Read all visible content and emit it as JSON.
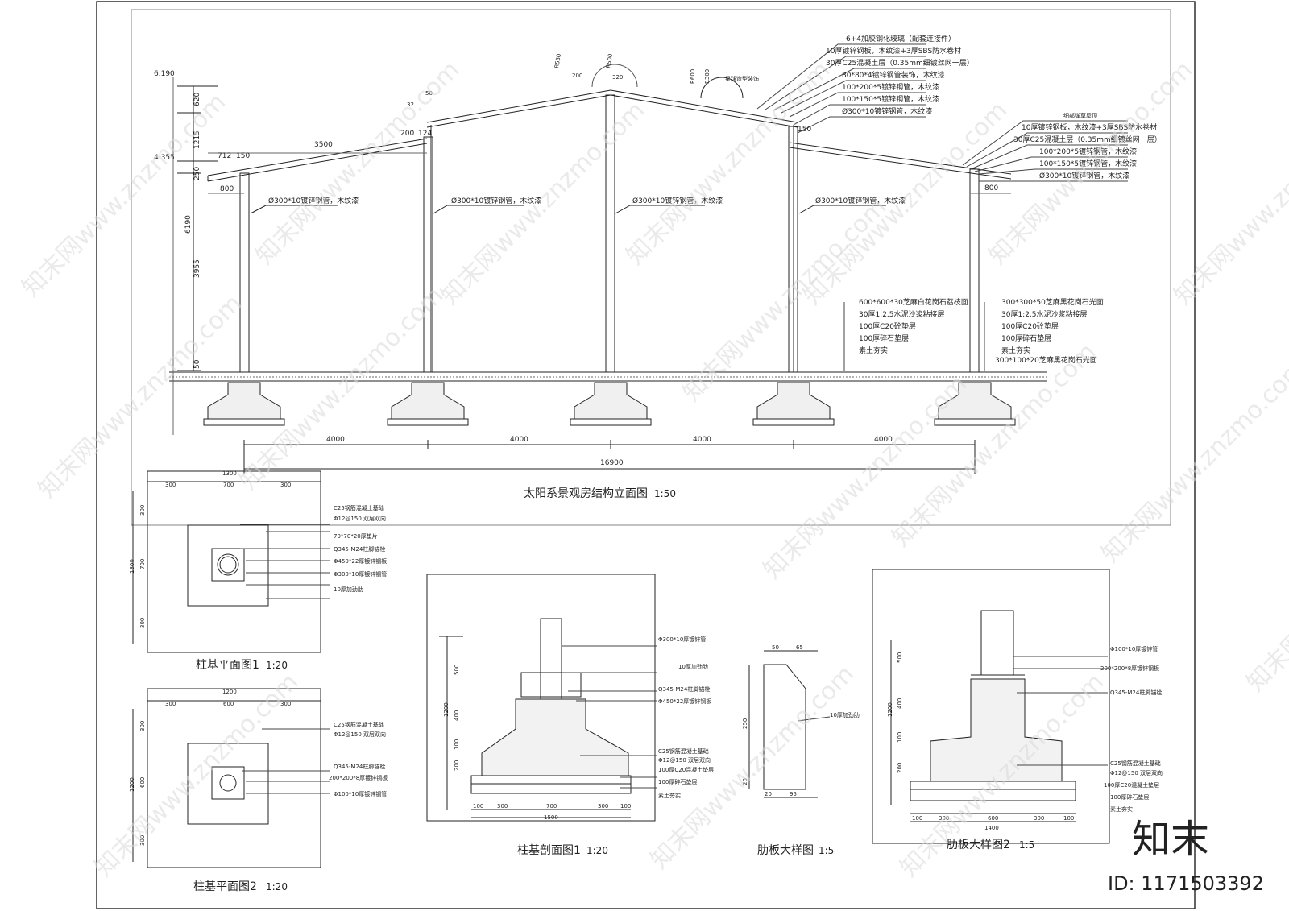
{
  "drawing": {
    "elevation": {
      "title": "太阳系景观房结构立面图",
      "scale": "1:50",
      "levels": {
        "top": "6.190",
        "mid": "4.355"
      },
      "vertical_dims": [
        "620",
        "1215",
        "250",
        "6190",
        "3955",
        "50"
      ],
      "left_dims": [
        "712",
        "150",
        "800",
        "3500",
        "200",
        "124"
      ],
      "right_dims": [
        "150",
        "800"
      ],
      "roof_dims": [
        "32",
        "50",
        "200",
        "320",
        "R550",
        "R500",
        "R600",
        "R300"
      ],
      "span_dims": [
        "4000",
        "4000",
        "4000",
        "4000"
      ],
      "total_dim": "16900",
      "column_note": "Ø300*10镀锌钢管，木纹漆",
      "ball_note": "星球造型装饰",
      "roof_notes": [
        "6+4加胶钢化玻璃（配套连接件）",
        "10厚镀锌钢板，木纹漆+3厚SBS防水卷材",
        "30厚C25混凝土层（0.35mm细镀丝网一层）",
        "80*80*4镀锌钢管装饰，木纹漆",
        "100*200*5镀锌钢管，木纹漆",
        "100*150*5镀锌钢管，木纹漆",
        "Ø300*10镀锌钢管，木纹漆"
      ],
      "right_roof_notes": [
        "细部弹草屋顶",
        "10厚镀锌钢板，木纹漆+3厚SBS防水卷材",
        "30厚C25混凝土层（0.35mm细镀丝网一层）",
        "100*200*5镀锌钢管，木纹漆",
        "100*150*5镀锌钢管，木纹漆",
        "Ø300*10镀锌钢管，木纹漆"
      ],
      "floor_notes_left": [
        "600*600*30芝麻白花岗石荔枝面",
        "30厚1:2.5水泥沙浆粘接层",
        "100厚C20砼垫层",
        "100厚碎石垫层",
        "素土夯实"
      ],
      "floor_notes_right": [
        "300*300*50芝麻黑花岗石光面",
        "30厚1:2.5水泥沙浆粘接层",
        "100厚C20砼垫层",
        "100厚碎石垫层",
        "素土夯实",
        "300*100*20芝麻黑花岗石光面"
      ]
    },
    "plan1": {
      "title": "柱基平面图1",
      "scale": "1:20",
      "top_dims": [
        "1300",
        "300",
        "700",
        "300"
      ],
      "side_dims": [
        "300",
        "1300",
        "700",
        "300"
      ],
      "notes": [
        "C25钢筋混凝土基础",
        "Φ12@150 双层双向",
        "70*70*20厚垫片",
        "Q345-M24柱脚锚栓",
        "Φ450*22厚镀锌钢板",
        "Φ300*10厚镀锌钢管",
        "10厚加劲肋"
      ]
    },
    "plan2": {
      "title": "柱基平面图2",
      "scale": "1:20",
      "top_dims": [
        "1200",
        "300",
        "600",
        "300"
      ],
      "side_dims": [
        "300",
        "1200",
        "600",
        "300"
      ],
      "notes": [
        "C25钢筋混凝土基础",
        "Φ12@150 双层双向",
        "Q345-M24柱脚锚栓",
        "200*200*8厚镀锌钢板",
        "Φ100*10厚镀锌钢管"
      ]
    },
    "section1": {
      "title": "柱基剖面图1",
      "scale": "1:20",
      "side_dims": [
        "500",
        "1200",
        "400",
        "100",
        "200"
      ],
      "bottom_dims": [
        "100",
        "300",
        "700",
        "300",
        "100"
      ],
      "total": "1500",
      "notes": [
        "Φ300*10厚镀锌管",
        "10厚加劲肋",
        "Q345-M24柱脚锚栓",
        "Φ450*22厚镀锌钢板",
        "C25钢筋混凝土基础",
        "Φ12@150 双层双向",
        "100厚C20混凝土垫层",
        "100厚碎石垫层",
        "素土夯实"
      ]
    },
    "rib": {
      "title": "肋板大样图",
      "scale": "1:5",
      "top_dims": [
        "50",
        "65"
      ],
      "side_dims": [
        "250",
        "20"
      ],
      "bottom_dims": [
        "20",
        "95"
      ],
      "note": "10厚加劲肋"
    },
    "detail2": {
      "title": "肋板大样图2",
      "scale": "1:5",
      "side_dims": [
        "500",
        "1200",
        "400",
        "100",
        "200"
      ],
      "bottom_dims": [
        "100",
        "300",
        "600",
        "300",
        "100"
      ],
      "total": "1400",
      "notes": [
        "Φ100*10厚镀锌管",
        "200*200*8厚镀锌钢板",
        "Q345-M24柱脚锚栓",
        "C25钢筋混凝土基础",
        "Φ12@150 双层双向",
        "100厚C20混凝土垫层",
        "100厚碎石垫层",
        "素土夯实"
      ]
    }
  },
  "watermark": {
    "text": "知末网www.znzmo.com"
  },
  "brand": {
    "logo": "知末",
    "id": "ID: 1171503392"
  }
}
